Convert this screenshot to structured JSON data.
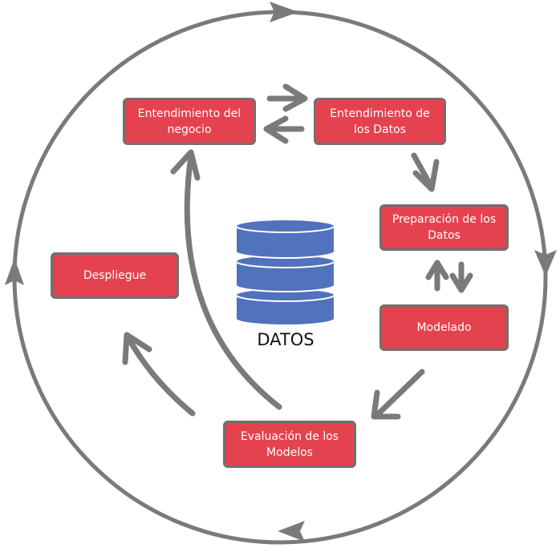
{
  "title": "CRISP-DM",
  "center_label": "DATOS",
  "phases": [
    {
      "id": "business-understanding",
      "label": "Entendimiento del negocio"
    },
    {
      "id": "data-understanding",
      "label": "Entendimiento de los Datos"
    },
    {
      "id": "data-preparation",
      "label": "Preparación de los Datos"
    },
    {
      "id": "modeling",
      "label": "Modelado"
    },
    {
      "id": "evaluation",
      "label": "Evaluación de los Modelos"
    },
    {
      "id": "deployment",
      "label": "Despliegue"
    }
  ],
  "colors": {
    "box": "#e5424f",
    "arrow": "#7a7a7a",
    "database": "#5172bd"
  }
}
